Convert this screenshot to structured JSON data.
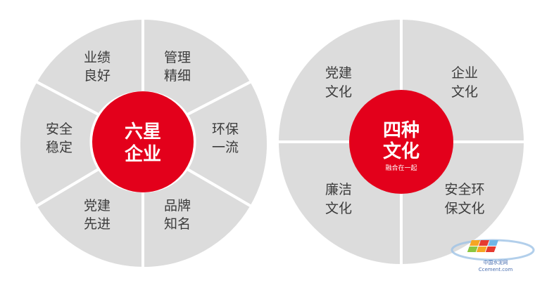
{
  "left_wheel": {
    "center_line1": "六星",
    "center_line2": "企业",
    "segments": [
      {
        "line1": "业绩",
        "line2": "良好"
      },
      {
        "line1": "管理",
        "line2": "精细"
      },
      {
        "line1": "环保",
        "line2": "一流"
      },
      {
        "line1": "品牌",
        "line2": "知名"
      },
      {
        "line1": "党建",
        "line2": "先进"
      },
      {
        "line1": "安全",
        "line2": "稳定"
      }
    ]
  },
  "right_wheel": {
    "center_line1": "四种",
    "center_line2": "文化",
    "center_sub": "融合在一起",
    "segments": [
      {
        "line1": "党建",
        "line2": "文化"
      },
      {
        "line1": "企业",
        "line2": "文化"
      },
      {
        "line1": "廉洁",
        "line2": "文化"
      },
      {
        "line1": "安全环",
        "line2": "保文化"
      }
    ]
  },
  "watermark": {
    "name": "中国水泥网",
    "url": "Ccement.com"
  },
  "colors": {
    "segment": "#dcdcdc",
    "core": "#e3001b",
    "text": "#3c3c3c"
  }
}
